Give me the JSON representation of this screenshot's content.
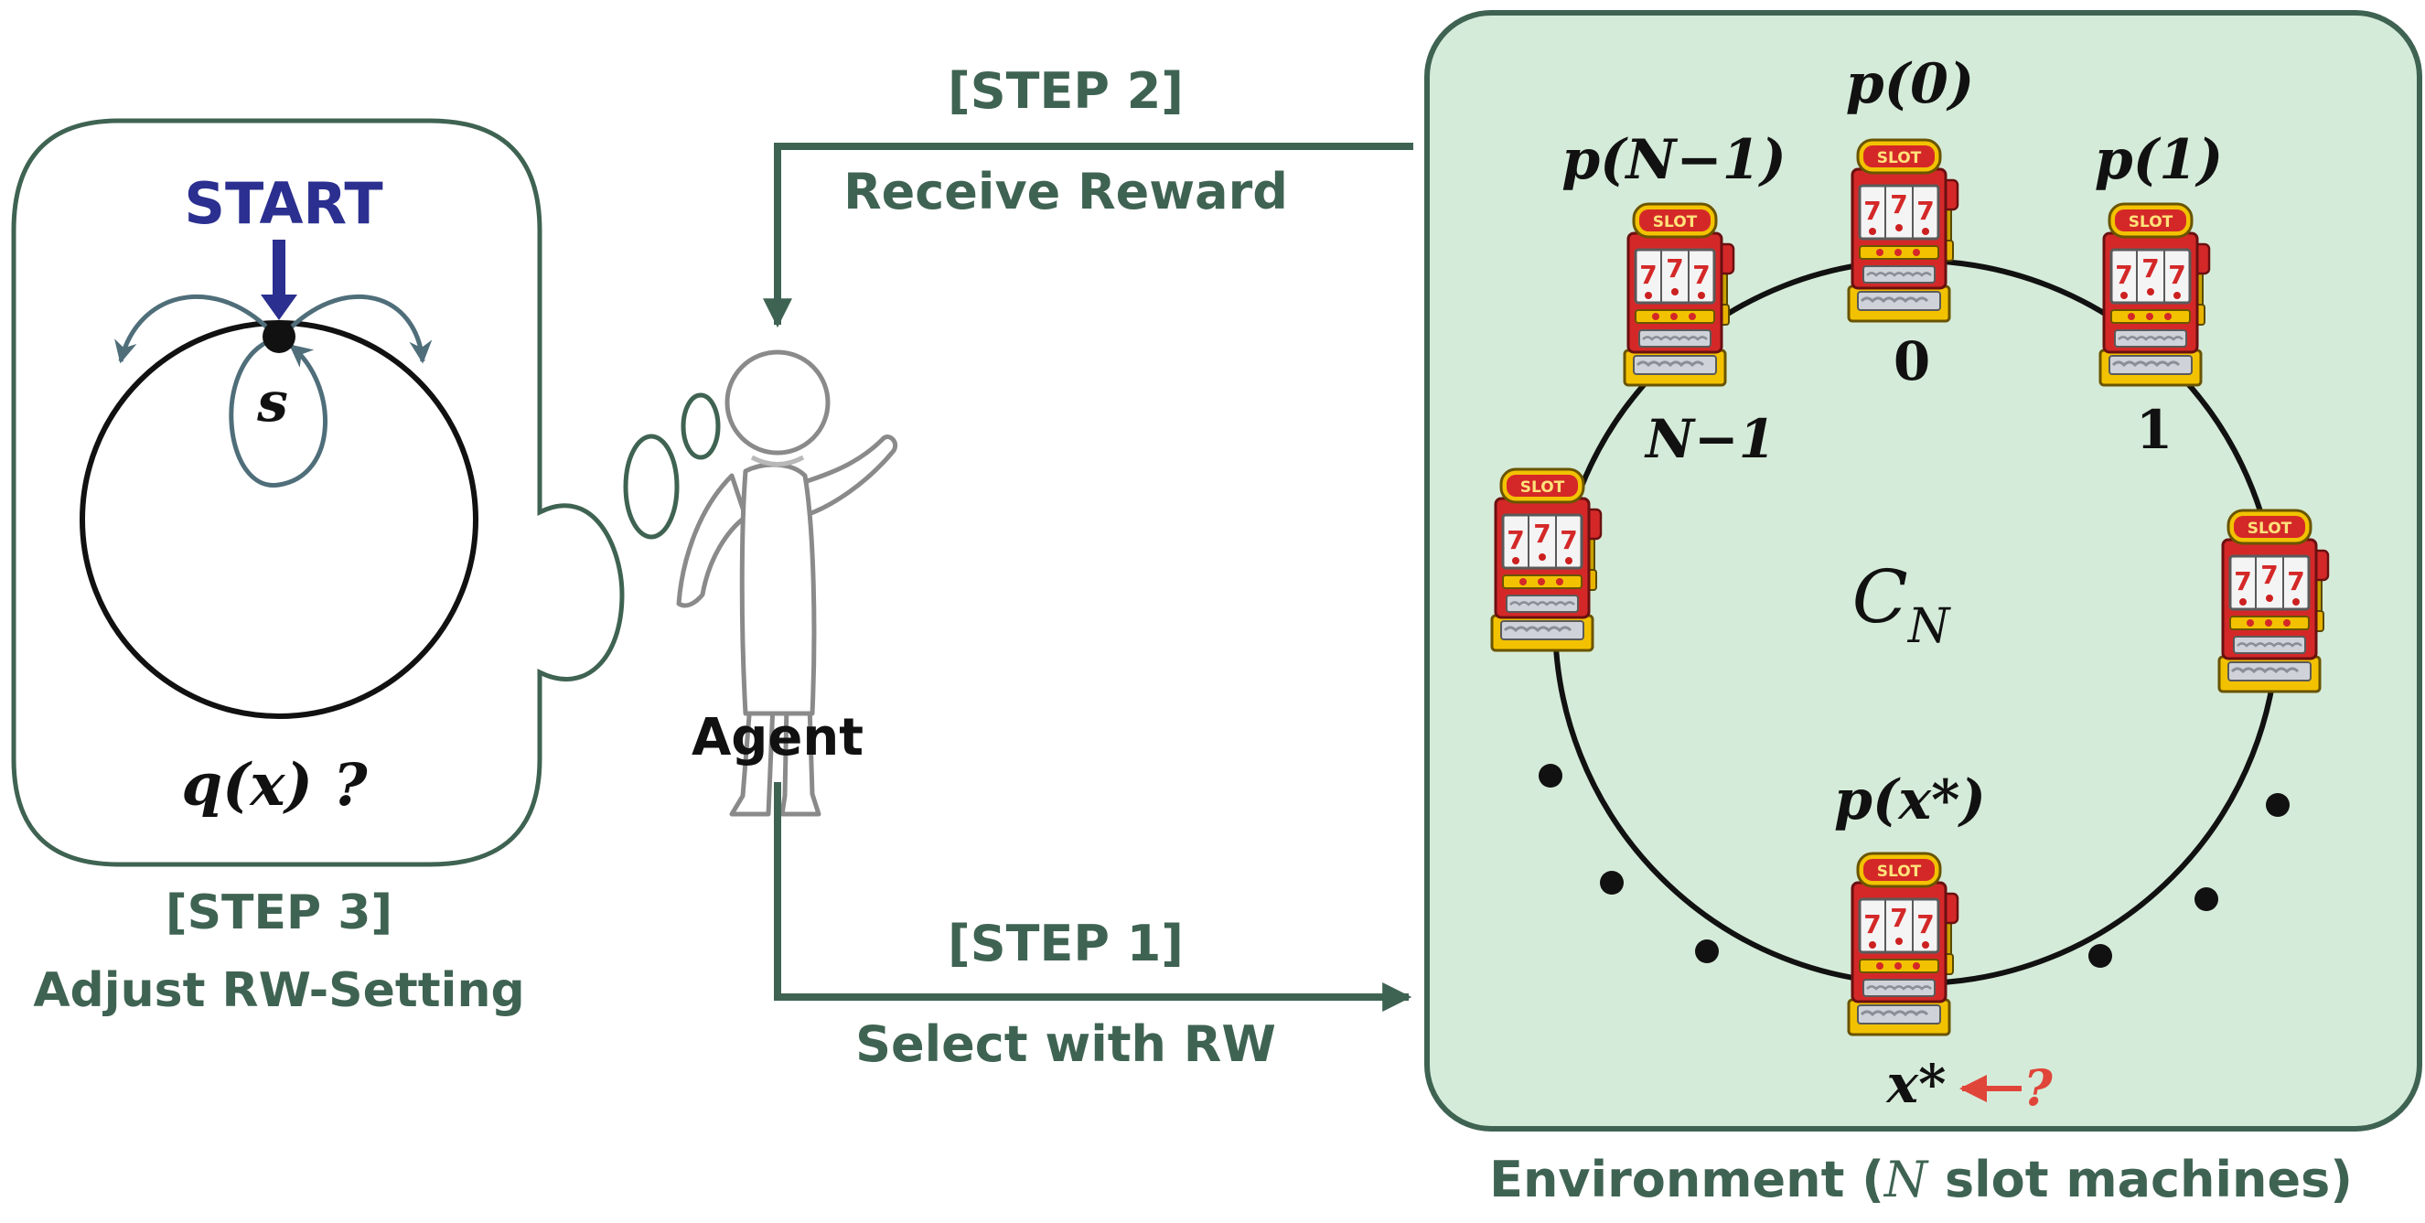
{
  "colors": {
    "accent": "#3f6352",
    "env_fill": "#d5ebd9",
    "start": "#2b2f8f",
    "arrow_blue": "#4f6e7a",
    "red": "#e0453a",
    "ink": "#111111"
  },
  "left_panel": {
    "start_label": "START",
    "s_label": "s",
    "q_label": "q(x) ?",
    "step3_title": "[STEP 3]",
    "step3_text": "Adjust RW-Setting"
  },
  "agent": {
    "label": "Agent",
    "icon": "person-icon"
  },
  "steps": {
    "step2_title": "[STEP 2]",
    "step2_text": "Receive Reward",
    "step1_title": "[STEP 1]",
    "step1_text": "Select with RW"
  },
  "environment": {
    "caption_prefix": "Environment (",
    "caption_var": "N",
    "caption_suffix": " slot machines)",
    "cycle_label": "C",
    "cycle_sub": "N",
    "machine_sign": "SLOT",
    "machine_icon": "slot-machine-icon",
    "p0": "p(0)",
    "p1": "p(1)",
    "pN1": "p(N−1)",
    "px": "p(x*)",
    "n0": "0",
    "n1": "1",
    "nN1": "N−1",
    "xstar": "x*",
    "question": "?"
  }
}
